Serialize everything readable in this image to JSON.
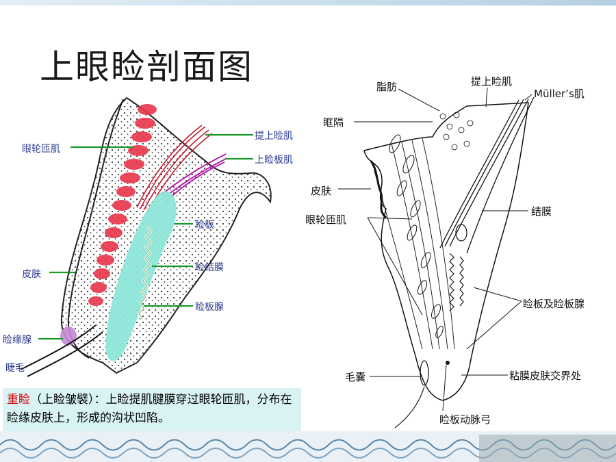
{
  "slide": {
    "title": "上眼睑剖面图"
  },
  "left_figure": {
    "labels": {
      "orbicularis": "眼轮匝肌",
      "levator": "提上睑肌",
      "superior_tarsal": "上睑板肌",
      "tarsus": "睑板",
      "conjunctiva": "睑结膜",
      "skin": "皮肤",
      "meibomian": "睑板腺",
      "marginal_gland": "睑缘腺",
      "eyelash": "睫毛"
    }
  },
  "right_figure": {
    "labels": {
      "fat": "脂肪",
      "levator": "提上睑肌",
      "muller": "Müller’s肌",
      "septum": "眶隔",
      "skin": "皮肤",
      "orbicularis": "眼轮匝肌",
      "conjunctiva": "结膜",
      "tarsus_glands": "睑板及睑板腺",
      "hair_follicle": "毛囊",
      "mucocutaneous": "粘膜皮肤交界处",
      "arterial_arcade": "睑板动脉弓"
    }
  },
  "caption": {
    "term": "重睑",
    "rest": "（上睑皱襞）：上睑提肌腱膜穿过眼轮匝肌，分布在睑缘皮肤上，形成的沟状凹陷。"
  },
  "colors": {
    "label_blue": "#2b3a8f",
    "muscle_red": "#e8364b",
    "tarsus_cyan": "#8ee6d9",
    "leader_green": "#1a9a2a",
    "caption_bg": "#d9f2f3",
    "term_red": "#d80000"
  }
}
